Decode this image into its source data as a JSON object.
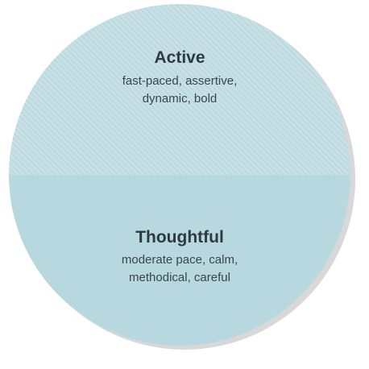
{
  "segments": [
    {
      "name": "Active",
      "description_lines": [
        "fast-paced, assertive,",
        "dynamic, bold"
      ],
      "fill_style": "hatched",
      "color": "#c6e0e5"
    },
    {
      "name": "Thoughtful",
      "description_lines": [
        "moderate pace, calm,",
        "methodical, careful"
      ],
      "fill_style": "solid",
      "color": "#b7d8de"
    }
  ],
  "colors": {
    "shadow": "#d8d8d8",
    "hatch_line": "#aacfd6",
    "text": "#2e3a3f"
  }
}
